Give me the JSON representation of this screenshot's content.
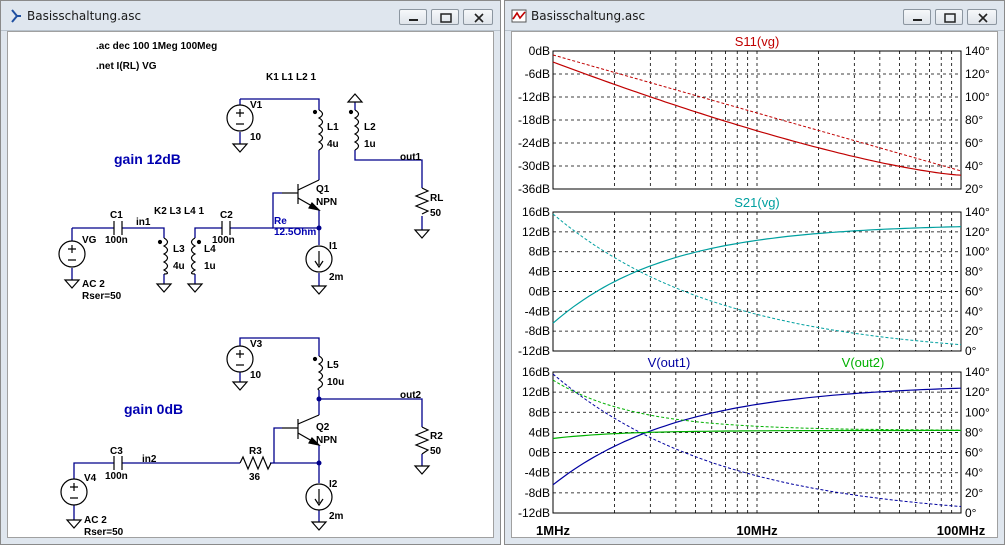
{
  "schematic_window": {
    "title": "Basisschaltung.asc",
    "directives": {
      "ac": ".ac dec 100 1Meg 100Meg",
      "net": ".net I(RL) VG"
    },
    "couplings": {
      "k1": "K1 L1 L2 1",
      "k2": "K2 L3 L4 1"
    },
    "labels": {
      "gain_top": "gain 12dB",
      "gain_bottom": "gain 0dB"
    },
    "top_circuit": {
      "v1": {
        "name": "V1",
        "value": "10"
      },
      "l1": {
        "name": "L1",
        "value": "4u"
      },
      "l2": {
        "name": "L2",
        "value": "1u"
      },
      "out1": "out1",
      "rl": {
        "name": "RL",
        "value": "50"
      },
      "q1": {
        "name": "Q1",
        "model": "NPN"
      },
      "c1": {
        "name": "C1",
        "value": "100n"
      },
      "in1": "in1",
      "c2": {
        "name": "C2",
        "value": "100n"
      },
      "re": {
        "name": "Re",
        "value": "12.5Ohm"
      },
      "vg": {
        "name": "VG",
        "ac": "AC 2",
        "rser": "Rser=50"
      },
      "l3": {
        "name": "L3",
        "value": "4u"
      },
      "l4": {
        "name": "L4",
        "value": "1u"
      },
      "i1": {
        "name": "I1",
        "value": "2m"
      }
    },
    "bottom_circuit": {
      "v3": {
        "name": "V3",
        "value": "10"
      },
      "l5": {
        "name": "L5",
        "value": "10u"
      },
      "out2": "out2",
      "r2": {
        "name": "R2",
        "value": "50"
      },
      "q2": {
        "name": "Q2",
        "model": "NPN"
      },
      "c3": {
        "name": "C3",
        "value": "100n"
      },
      "in2": "in2",
      "r3": {
        "name": "R3",
        "value": "36"
      },
      "v4": {
        "name": "V4",
        "ac": "AC 2",
        "rser": "Rser=50"
      },
      "i2": {
        "name": "I2",
        "value": "2m"
      }
    }
  },
  "plot_window": {
    "title": "Basisschaltung.asc",
    "x_labels": [
      "1MHz",
      "10MHz",
      "100MHz"
    ],
    "panes": [
      {
        "trace_labels": [
          "S11(vg)"
        ],
        "trace_colors": [
          "#c00000"
        ],
        "left_ticks": [
          "0dB",
          "-6dB",
          "-12dB",
          "-18dB",
          "-24dB",
          "-30dB",
          "-36dB"
        ],
        "right_ticks": [
          "140°",
          "120°",
          "100°",
          "80°",
          "60°",
          "40°",
          "20°"
        ]
      },
      {
        "trace_labels": [
          "S21(vg)"
        ],
        "trace_colors": [
          "#00a0a0"
        ],
        "left_ticks": [
          "16dB",
          "12dB",
          "8dB",
          "4dB",
          "0dB",
          "-4dB",
          "-8dB",
          "-12dB"
        ],
        "right_ticks": [
          "140°",
          "120°",
          "100°",
          "80°",
          "60°",
          "40°",
          "20°",
          "0°"
        ]
      },
      {
        "trace_labels": [
          "V(out1)",
          "V(out2)"
        ],
        "trace_colors": [
          "#0000a0",
          "#00b000"
        ],
        "left_ticks": [
          "16dB",
          "12dB",
          "8dB",
          "4dB",
          "0dB",
          "-4dB",
          "-8dB",
          "-12dB"
        ],
        "right_ticks": [
          "140°",
          "120°",
          "100°",
          "80°",
          "60°",
          "40°",
          "20°",
          "0°"
        ]
      }
    ]
  },
  "colors": {
    "wire": "#00008b",
    "component": "#000000",
    "net_label": "#000000",
    "grid": "#000000",
    "window_frame": "#dfe6ee"
  }
}
